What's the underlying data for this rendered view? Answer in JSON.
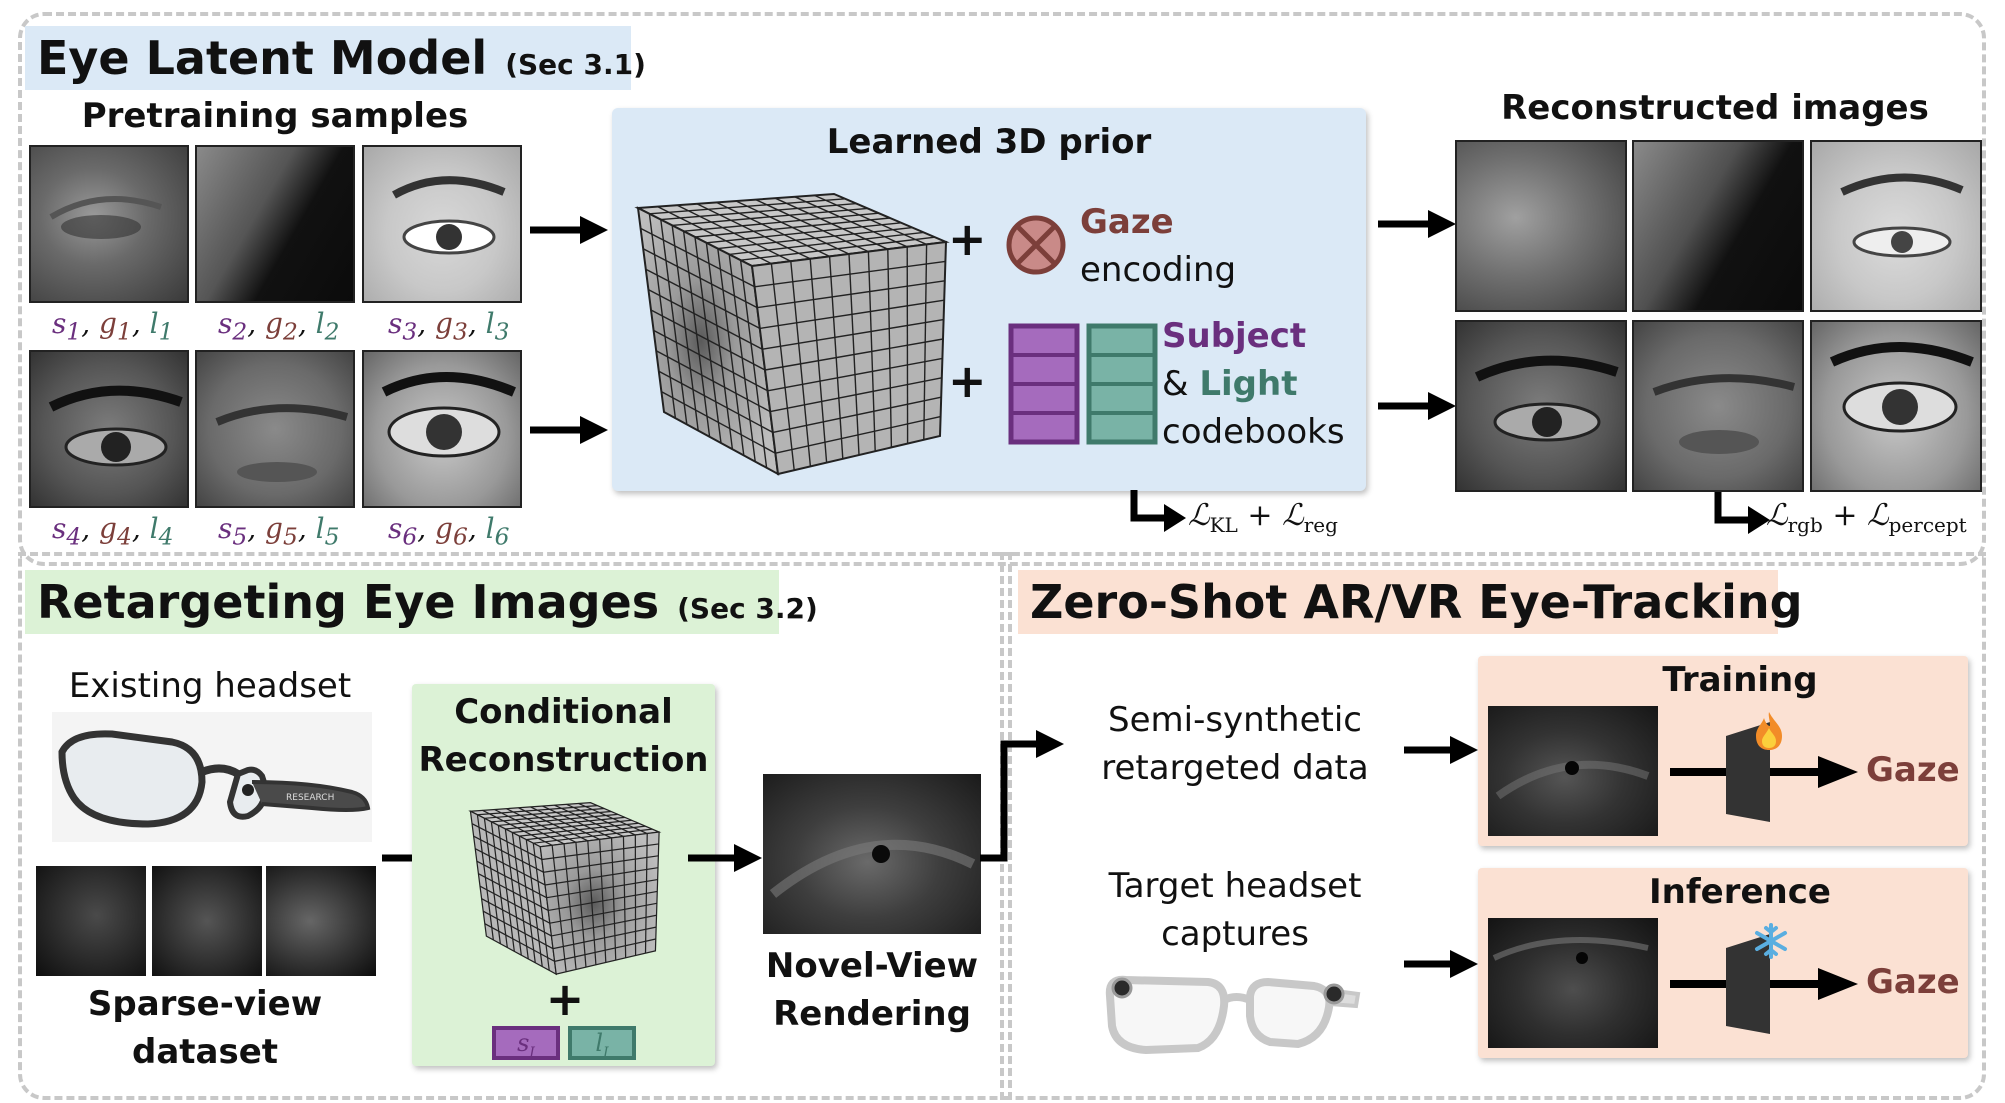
{
  "top": {
    "title": "Eye Latent Model",
    "sec": "(Sec 3.1)",
    "pretraining_label": "Pretraining samples",
    "captions": [
      {
        "s": "s",
        "g": "g",
        "l": "l",
        "idx": "1"
      },
      {
        "s": "s",
        "g": "g",
        "l": "l",
        "idx": "2"
      },
      {
        "s": "s",
        "g": "g",
        "l": "l",
        "idx": "3"
      },
      {
        "s": "s",
        "g": "g",
        "l": "l",
        "idx": "4"
      },
      {
        "s": "s",
        "g": "g",
        "l": "l",
        "idx": "5"
      },
      {
        "s": "s",
        "g": "g",
        "l": "l",
        "idx": "6"
      }
    ],
    "prior_title": "Learned 3D prior",
    "gaze_word": "Gaze",
    "encoding_word": "encoding",
    "subject_word": "Subject",
    "amp": "&",
    "light_word": "Light",
    "codebooks_word": "codebooks",
    "plus": "+",
    "loss_prior": {
      "l1": "KL",
      "plus": "+",
      "l2": "reg"
    },
    "reconstructed_label": "Reconstructed images",
    "loss_recon": {
      "l1": "rgb",
      "plus": "+",
      "l2": "percept"
    }
  },
  "left": {
    "title": "Retargeting Eye Images",
    "sec": "(Sec 3.2)",
    "existing_headset": "Existing headset",
    "glasses_brand": "RESEARCH",
    "sparse_line1": "Sparse-view",
    "sparse_line2": "dataset",
    "cond_line1": "Conditional",
    "cond_line2": "Reconstruction",
    "cond_plus": "+",
    "code_s": "s",
    "code_l": "l",
    "code_sub": "I",
    "novel_line1": "Novel-View",
    "novel_line2": "Rendering"
  },
  "right": {
    "title": "Zero-Shot AR/VR Eye-Tracking",
    "semi_line1": "Semi-synthetic",
    "semi_line2": "retargeted data",
    "target_line1": "Target headset",
    "target_line2": "captures",
    "training_label": "Training",
    "inference_label": "Inference",
    "gaze_out_train": "Gaze",
    "gaze_out_infer": "Gaze",
    "train_icon": "fire-icon",
    "infer_icon": "snowflake-icon"
  },
  "colors": {
    "subject": "#6a2f7e",
    "gaze": "#7c3f3a",
    "light": "#3f7a6b",
    "blue_panel": "#dbe9f6",
    "green_panel": "#dcf2d6",
    "orange_panel": "#fbe1d3"
  }
}
